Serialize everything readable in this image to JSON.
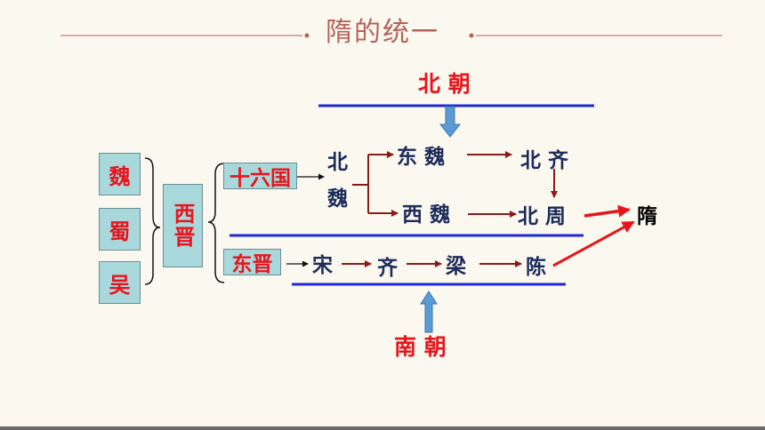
{
  "title": "隋的统一",
  "north_label": "北 朝",
  "south_label": "南 朝",
  "three_kingdoms": [
    "魏",
    "蜀",
    "吴"
  ],
  "western_jin": "西晋",
  "sixteen_kingdoms": "十六国",
  "eastern_jin": "东晋",
  "northern_wei": [
    "北",
    "魏"
  ],
  "eastern_wei": "东 魏",
  "northern_qi": "北 齐",
  "western_wei": "西 魏",
  "northern_zhou": "北 周",
  "southern_dynasties": [
    "宋",
    "齐",
    "梁",
    "陈"
  ],
  "sui": "隋",
  "colors": {
    "title": "#b5635a",
    "label_red": "#e8141b",
    "text_navy": "#1c2b5a",
    "box_fill": "#a8d8dc",
    "divider_blue": "#1f2ad6",
    "arrow_darkred": "#8b1a1a",
    "arrow_blue": "#5b9bd5"
  }
}
